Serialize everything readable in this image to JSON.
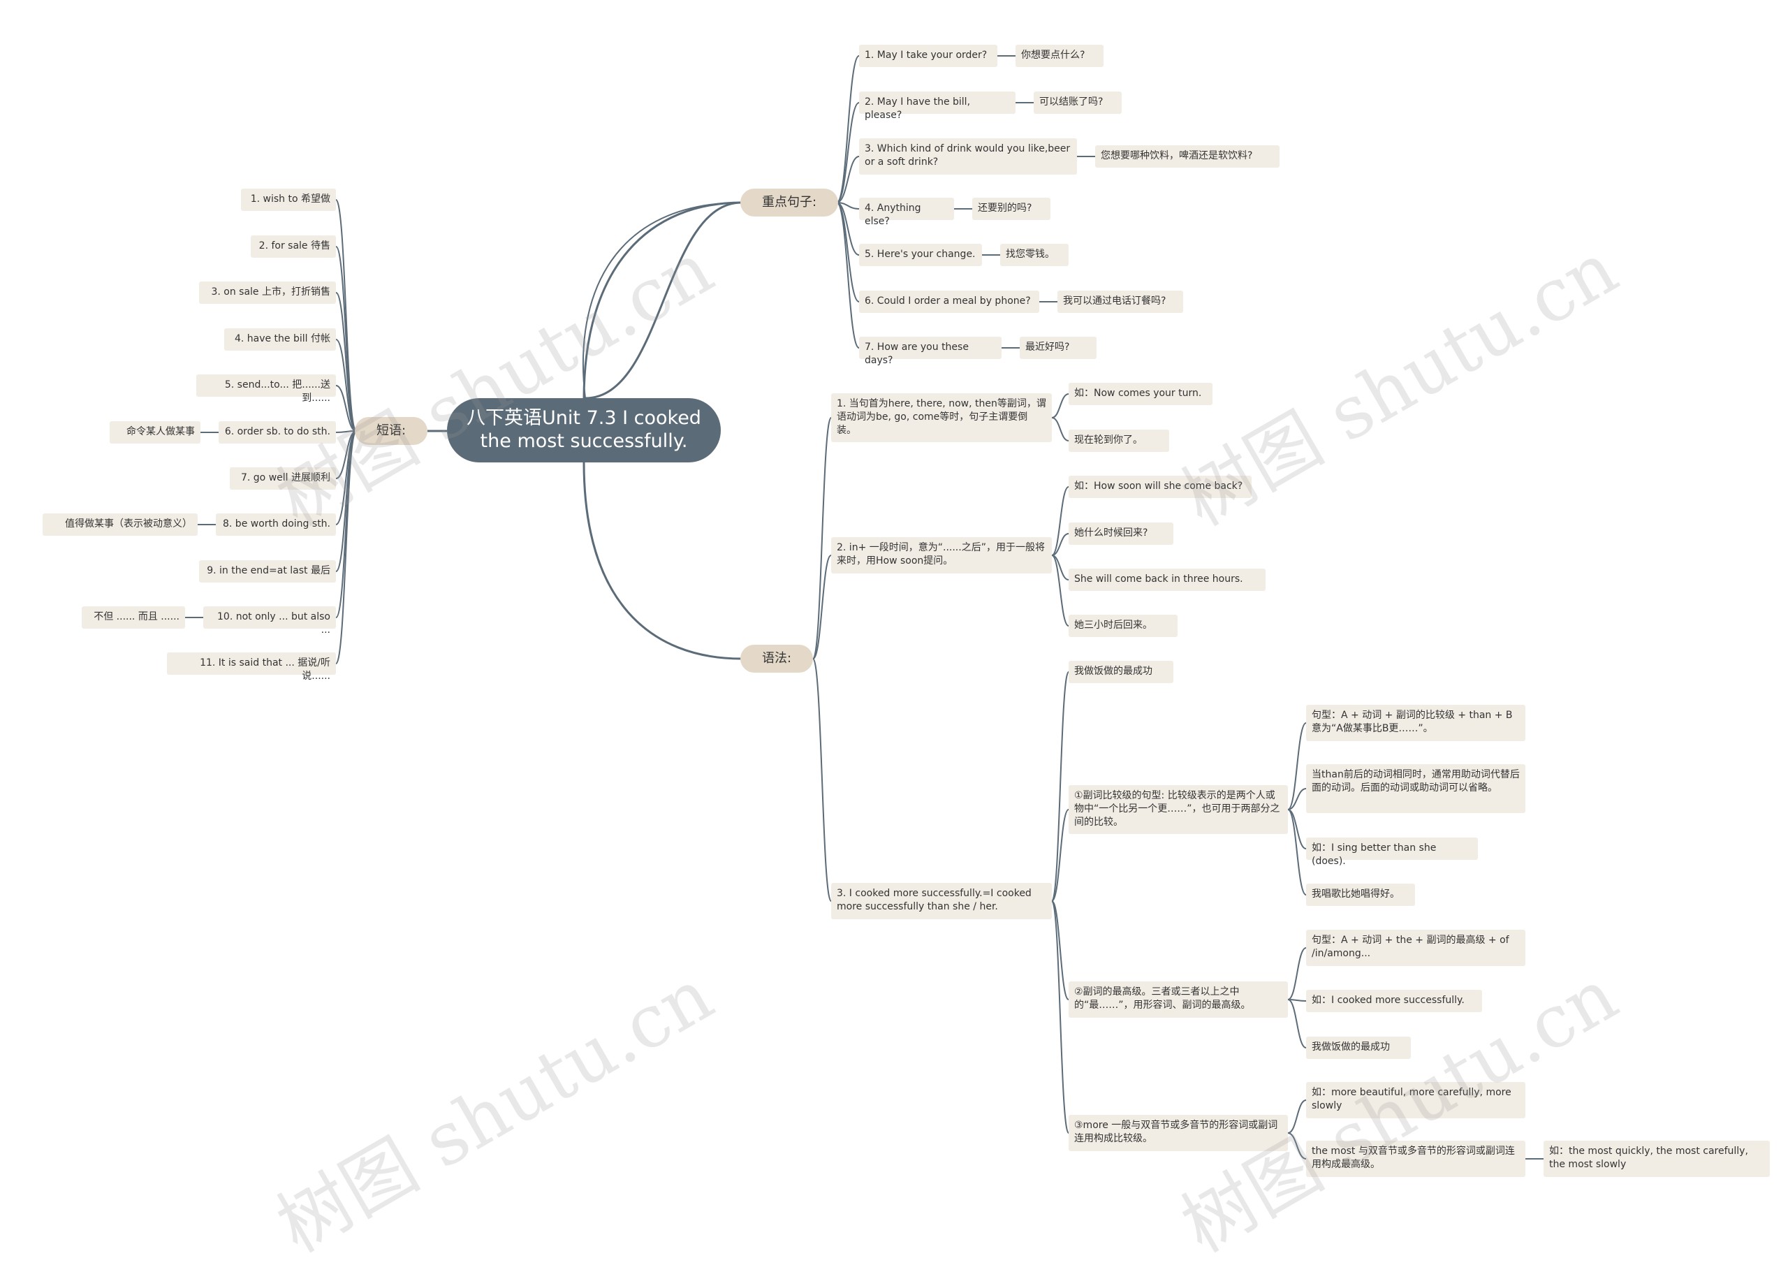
{
  "root": "八下英语Unit 7.3 I cooked the most successfully.",
  "branches": {
    "sentences": {
      "label": "重点句子:",
      "items": [
        {
          "en": "1. May I take your order?",
          "cn": "你想要点什么?"
        },
        {
          "en": "2. May I have the bill, please?",
          "cn": "可以结账了吗?"
        },
        {
          "en": "3. Which kind of drink would you like,beer or a soft drink?",
          "cn": "您想要哪种饮料，啤酒还是软饮料?"
        },
        {
          "en": "4. Anything else?",
          "cn": "还要别的吗?"
        },
        {
          "en": "5. Here's your change.",
          "cn": "找您零钱。"
        },
        {
          "en": "6. Could I order a meal by phone?",
          "cn": "我可以通过电话订餐吗?"
        },
        {
          "en": "7. How are you these days?",
          "cn": "最近好吗?"
        }
      ]
    },
    "phrases": {
      "label": "短语:",
      "items": [
        {
          "text": "1. wish to  希望做"
        },
        {
          "text": "2. for sale  待售"
        },
        {
          "text": "3. on sale  上市，打折销售"
        },
        {
          "text": "4. have the bill  付帐"
        },
        {
          "text": "5. send...to...  把......送到......"
        },
        {
          "text": "6. order sb. to do sth.",
          "note": "命令某人做某事"
        },
        {
          "text": "7. go well  进展顺利"
        },
        {
          "text": "8. be worth doing sth.",
          "note": "值得做某事（表示被动意义）"
        },
        {
          "text": "9. in the end=at last  最后"
        },
        {
          "text": "10. not only ... but also ...",
          "note": "不但 ...... 而且 ......"
        },
        {
          "text": "11. It is said that ...  据说/听说......"
        }
      ]
    },
    "grammar": {
      "label": "语法:",
      "g1": {
        "text": "1. 当句首为here, there, now, then等副词，谓语动词为be, go, come等时，句子主谓要倒装。",
        "children": [
          "如：Now comes your turn.",
          "现在轮到你了。"
        ]
      },
      "g2": {
        "text": "2. in+ 一段时间，意为“......之后”，用于一般将来时，用How soon提问。",
        "children": [
          "如：How soon will she come back?",
          "她什么时候回来?",
          "She will come back in three hours.",
          "她三小时后回来。"
        ]
      },
      "g3": {
        "text": "3. I cooked more successfully.=I cooked more successfully than she / her.",
        "top": "我做饭做的最成功",
        "sub1": {
          "text": "①副词比较级的句型: 比较级表示的是两个人或物中“一个比另一个更……”，也可用于两部分之间的比较。",
          "children": [
            "句型：A + 动词 + 副词的比较级 + than + B   意为“A做某事比B更……”。",
            "当than前后的动词相同时，通常用助动词代替后面的动词。后面的动词或助动词可以省略。",
            "如：I sing better than she (does).",
            "我唱歌比她唱得好。"
          ]
        },
        "sub2": {
          "text": "②副词的最高级。三者或三者以上之中的“最……”，用形容词、副词的最高级。",
          "children": [
            "句型：A + 动词 + the + 副词的最高级 + of /in/among...",
            "如：I cooked more successfully.",
            "我做饭做的最成功"
          ]
        },
        "sub3": {
          "text": "③more 一般与双音节或多音节的形容词或副词连用构成比较级。",
          "children": [
            "如：more beautiful, more carefully, more slowly",
            "the most 与双音节或多音节的形容词或副词连用构成最高级。"
          ],
          "example": "如：the most quickly, the most carefully, the most slowly"
        }
      }
    }
  },
  "watermark": "树图 shutu.cn",
  "colors": {
    "root_bg": "#5b6b78",
    "branch_bg": "#e4d9c8",
    "node_bg": "#f2ede4",
    "line": "#5b6b78"
  }
}
